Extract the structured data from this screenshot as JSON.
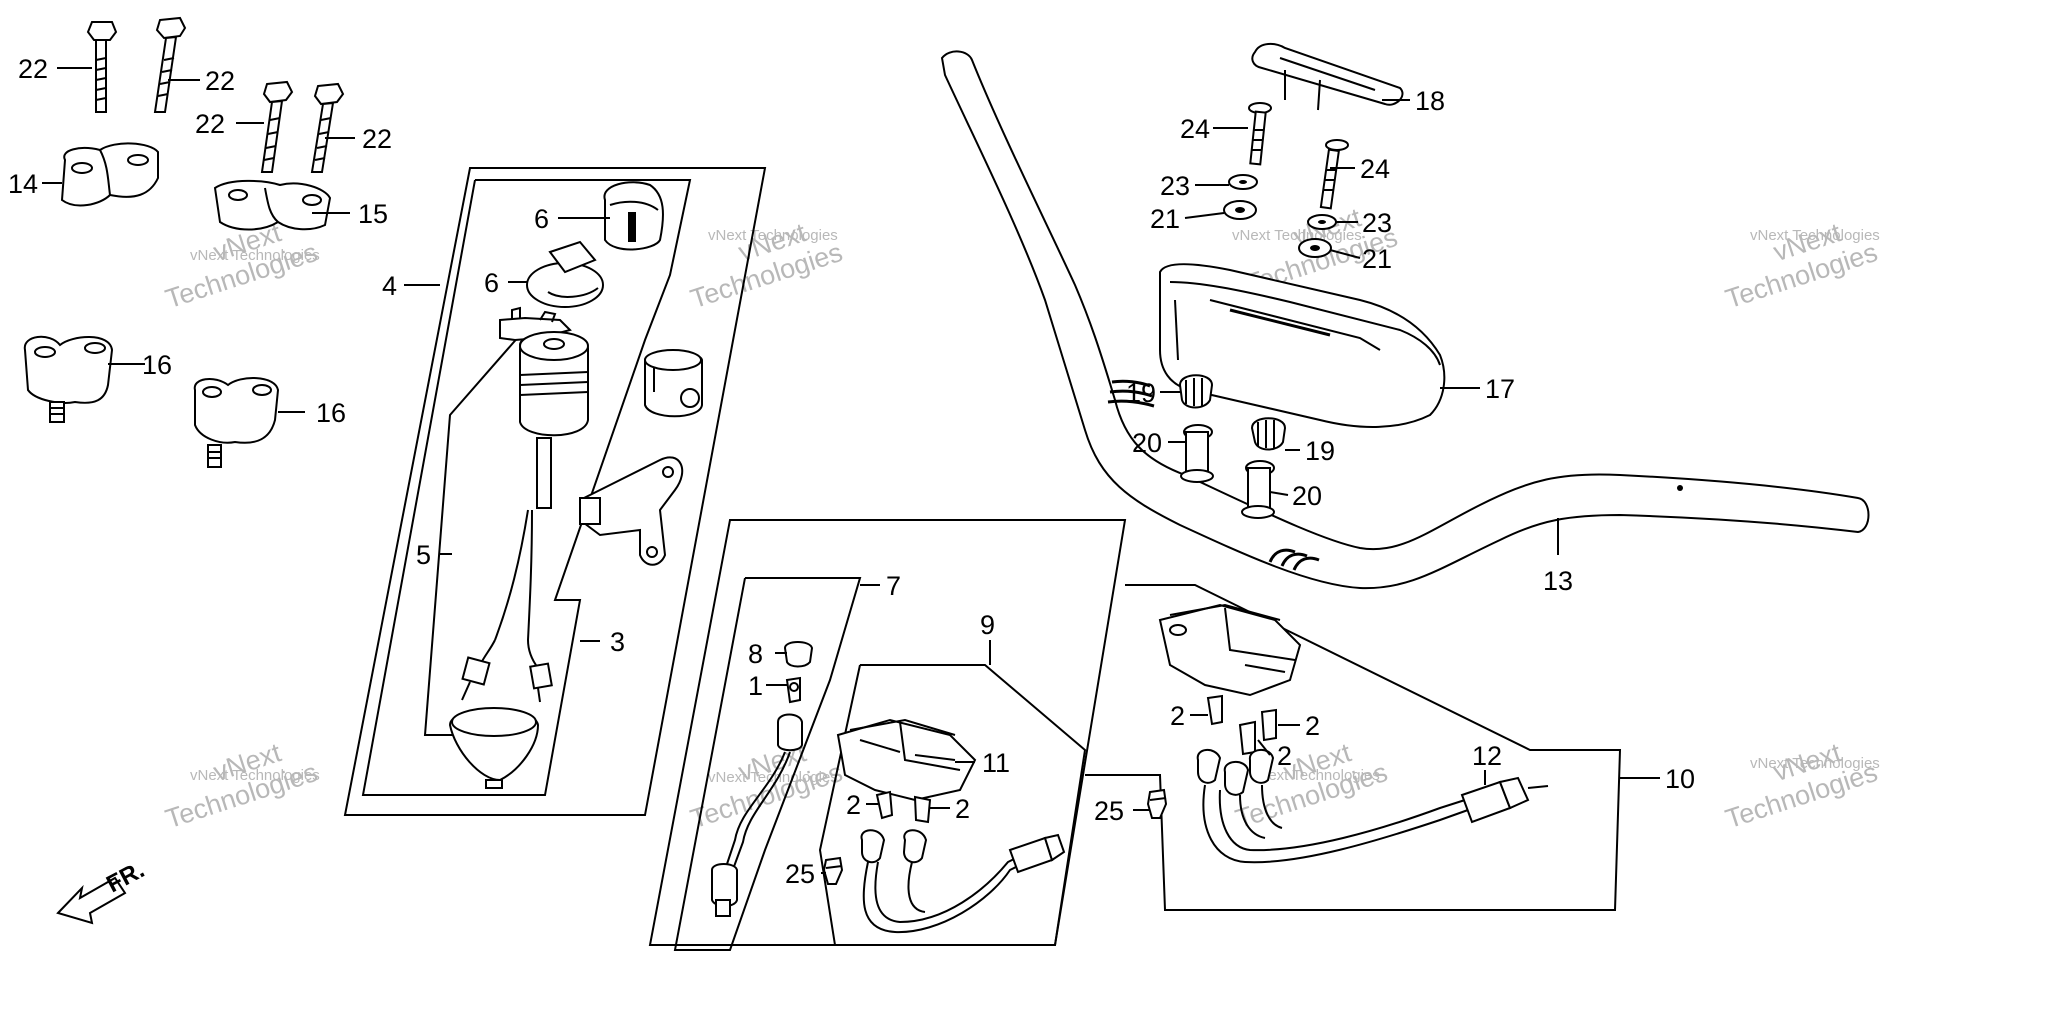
{
  "callouts": [
    {
      "label": "22"
    },
    {
      "label": "22"
    },
    {
      "label": "22"
    },
    {
      "label": "22"
    },
    {
      "label": "14"
    },
    {
      "label": "15"
    },
    {
      "label": "16"
    },
    {
      "label": "16"
    },
    {
      "label": "4"
    },
    {
      "label": "6"
    },
    {
      "label": "6"
    },
    {
      "label": "5"
    },
    {
      "label": "3"
    },
    {
      "label": "7"
    },
    {
      "label": "8"
    },
    {
      "label": "1"
    },
    {
      "label": "9"
    },
    {
      "label": "11"
    },
    {
      "label": "2"
    },
    {
      "label": "2"
    },
    {
      "label": "25"
    },
    {
      "label": "25"
    },
    {
      "label": "2"
    },
    {
      "label": "2"
    },
    {
      "label": "2"
    },
    {
      "label": "12"
    },
    {
      "label": "10"
    },
    {
      "label": "13"
    },
    {
      "label": "18"
    },
    {
      "label": "24"
    },
    {
      "label": "24"
    },
    {
      "label": "23"
    },
    {
      "label": "23"
    },
    {
      "label": "21"
    },
    {
      "label": "21"
    },
    {
      "label": "17"
    },
    {
      "label": "19"
    },
    {
      "label": "19"
    },
    {
      "label": "20"
    },
    {
      "label": "20"
    }
  ],
  "direction_label": "FR.",
  "watermark": {
    "line1": "vNext",
    "line2": "Technologies",
    "small": "vNext Technologies"
  }
}
